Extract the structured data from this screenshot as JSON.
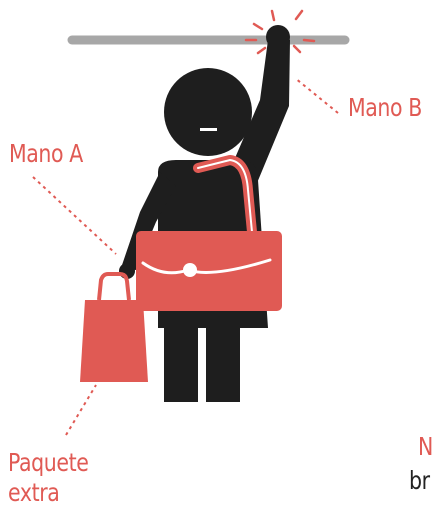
{
  "labels": {
    "hand_a": "Mano A",
    "hand_b": "Mano B",
    "extra_package_line1": "Paquete",
    "extra_package_line2": "extra",
    "cut_red": "N",
    "cut_dark": "br"
  },
  "colors": {
    "accent": "#e05a54",
    "figure": "#1e1e1e",
    "rail": "#a7a7a7",
    "background": "#ffffff"
  }
}
